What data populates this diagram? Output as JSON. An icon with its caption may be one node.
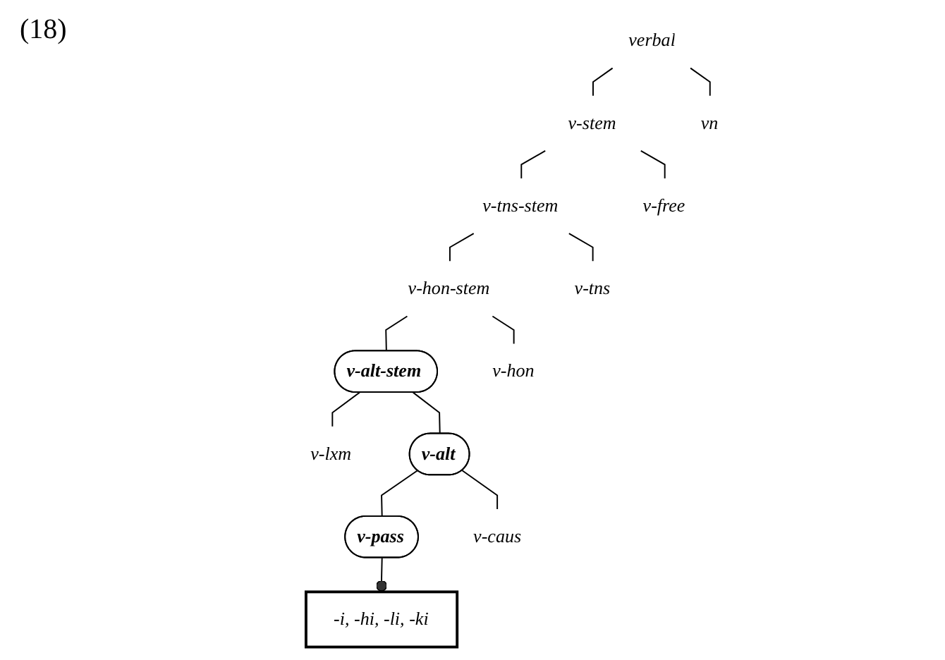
{
  "diagram": {
    "nodes": [
      {
        "text": [
          "verbal"
        ]
      },
      {
        "text": [
          "v-stem"
        ]
      },
      {
        "text": [
          "vn"
        ]
      },
      {
        "text": [
          "v-tns-stem"
        ]
      },
      {
        "text": [
          "v-free"
        ]
      },
      {
        "text": [
          "v-hon-stem"
        ]
      },
      {
        "text": [
          "v-tns"
        ]
      },
      {
        "text": [
          "v-alt-stem"
        ]
      },
      {
        "text": [
          "v-hon"
        ]
      },
      {
        "text": [
          "v-lxm"
        ]
      },
      {
        "text": [
          "v-alt"
        ]
      },
      {
        "text": [
          "v-pass"
        ]
      },
      {
        "text": [
          "v-caus"
        ]
      },
      {
        "text": [
          "-i, -hi, -li, -ki"
        ]
      }
    ],
    "edges": [
      {
        "from": 0,
        "to": 1,
        "arrow": "none"
      },
      {
        "from": 0,
        "to": 2,
        "arrow": "none"
      },
      {
        "from": 1,
        "to": 3,
        "arrow": "none"
      },
      {
        "from": 1,
        "to": 4,
        "arrow": "none"
      },
      {
        "from": 3,
        "to": 5,
        "arrow": "none"
      },
      {
        "from": 3,
        "to": 6,
        "arrow": "none"
      },
      {
        "from": 5,
        "to": 7,
        "arrow": "none"
      },
      {
        "from": 5,
        "to": 8,
        "arrow": "none"
      },
      {
        "from": 7,
        "to": 9,
        "arrow": "none"
      },
      {
        "from": 7,
        "to": 10,
        "arrow": "none"
      },
      {
        "from": 10,
        "to": 11,
        "arrow": "none"
      },
      {
        "from": 10,
        "to": 12,
        "arrow": "none"
      },
      {
        "from": 11,
        "to": 13,
        "arrow": "other"
      }
    ],
    "labels": [
      "(18)"
    ]
  }
}
